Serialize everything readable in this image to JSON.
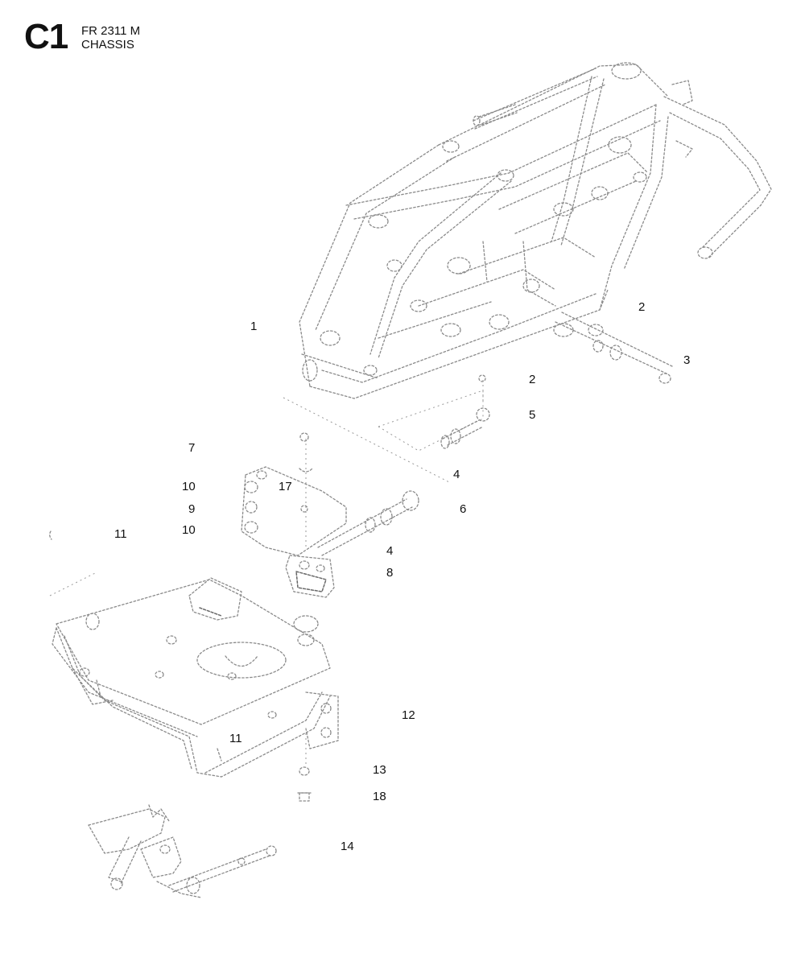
{
  "header": {
    "section_code": "C1",
    "model": "FR 2311 M",
    "section_title": "CHASSIS"
  },
  "callouts": [
    {
      "id": "c1",
      "label": "1"
    },
    {
      "id": "c2a",
      "label": "2"
    },
    {
      "id": "c3",
      "label": "3"
    },
    {
      "id": "c2b",
      "label": "2"
    },
    {
      "id": "c5",
      "label": "5"
    },
    {
      "id": "c7",
      "label": "7"
    },
    {
      "id": "c4a",
      "label": "4"
    },
    {
      "id": "c10a",
      "label": "10"
    },
    {
      "id": "c17",
      "label": "17"
    },
    {
      "id": "c9",
      "label": "9"
    },
    {
      "id": "c6",
      "label": "6"
    },
    {
      "id": "c11a",
      "label": "11"
    },
    {
      "id": "c10b",
      "label": "10"
    },
    {
      "id": "c4b",
      "label": "4"
    },
    {
      "id": "c8",
      "label": "8"
    },
    {
      "id": "c12",
      "label": "12"
    },
    {
      "id": "c11b",
      "label": "11"
    },
    {
      "id": "c13",
      "label": "13"
    },
    {
      "id": "c18",
      "label": "18"
    },
    {
      "id": "c14",
      "label": "14"
    }
  ]
}
